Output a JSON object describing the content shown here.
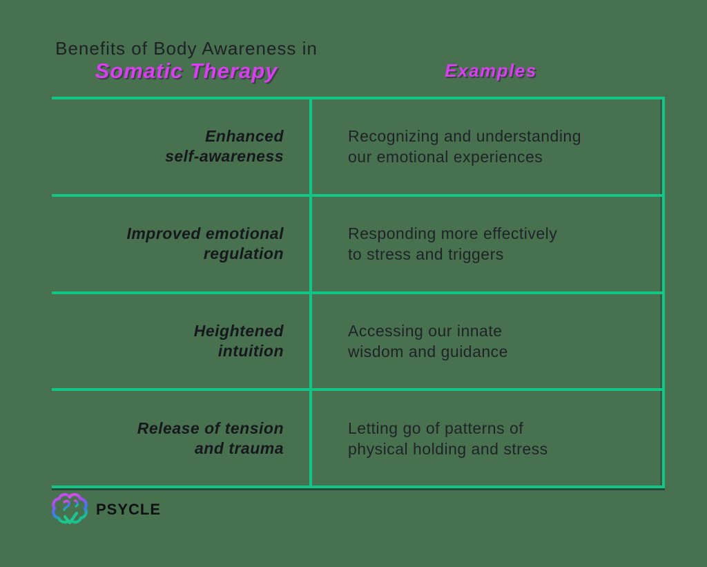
{
  "page": {
    "background_color": "#48714f"
  },
  "header": {
    "title_line1": "Benefits of Body Awareness in",
    "title_line2": "Somatic Therapy",
    "examples_label": "Examples",
    "accent_color": "#d93ef1"
  },
  "table": {
    "line_color": "#12c687",
    "rows": [
      {
        "benefit_lines": [
          "Enhanced",
          "self-awareness"
        ],
        "example_lines": [
          "Recognizing and understanding",
          "our emotional experiences"
        ]
      },
      {
        "benefit_lines": [
          "Improved emotional",
          "regulation"
        ],
        "example_lines": [
          "Responding more effectively",
          "to stress and triggers"
        ]
      },
      {
        "benefit_lines": [
          "Heightened",
          "intuition"
        ],
        "example_lines": [
          "Accessing our innate",
          "wisdom and guidance"
        ]
      },
      {
        "benefit_lines": [
          "Release of tension",
          "and trauma"
        ],
        "example_lines": [
          "Letting go of patterns of",
          "physical holding and stress"
        ]
      }
    ]
  },
  "footer": {
    "brand_name": "PSYCLE",
    "brain_icon": "gradient-brain-icon"
  }
}
